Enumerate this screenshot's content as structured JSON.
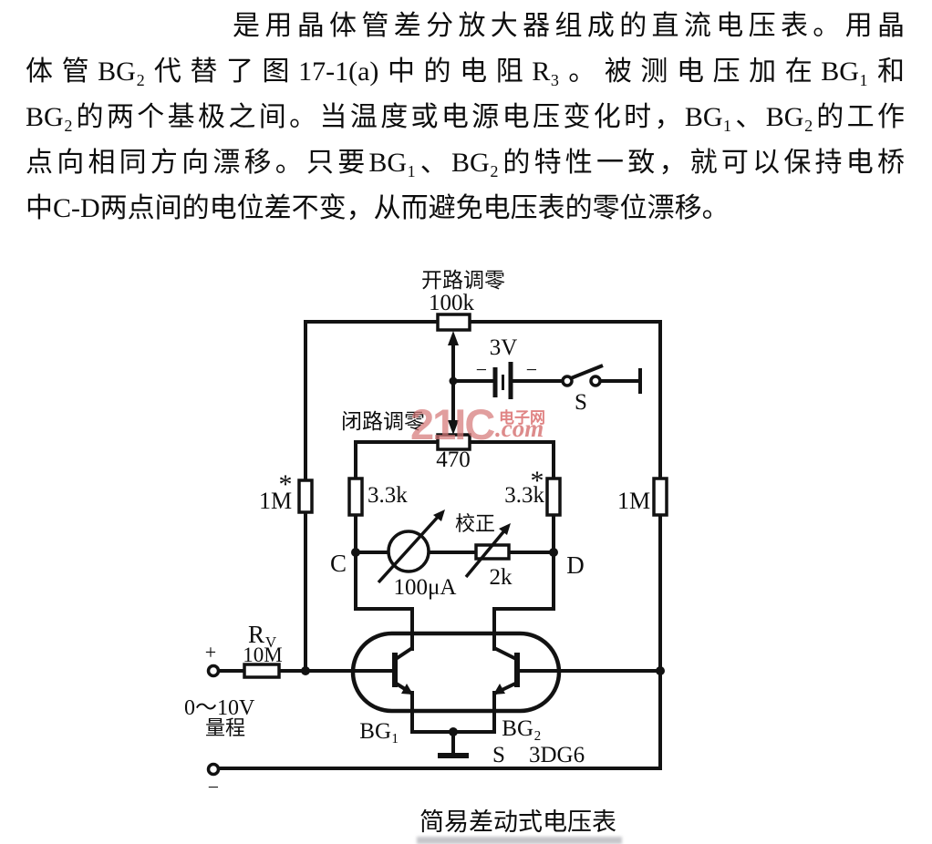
{
  "paragraph": {
    "lines": [
      "是用晶体管差分放大器组成的直流电压表。用晶",
      "体管BG₂代替了图17-1(a)中的电阻R₃。被测电压加在BG₁和",
      "BG₂的两个基极之间。当温度或电源电压变化时，BG₁、BG₂的工作",
      "点向相同方向漂移。只要BG₁、BG₂的特性一致，就可以保持电桥",
      "中C-D两点间的电位差不变，从而避免电压表的零位漂移。"
    ]
  },
  "watermark": {
    "big": "21IC",
    "site": "电子网",
    "dotcom": ".com",
    "color": "#d57878"
  },
  "circuit": {
    "labels": {
      "open_zero": "开路调零",
      "open_zero_value": "100k",
      "battery_voltage": "3V",
      "battery_minus_left": "−",
      "battery_minus_right": "−",
      "switch": "S",
      "closed_zero": "闭路调零",
      "closed_zero_value": "470",
      "r_left_outer": "1M",
      "r_left_outer_mark": "*",
      "r_left_inner": "3.3k",
      "r_right_inner": "3.3k",
      "r_right_inner_mark": "*",
      "r_right_outer": "1M",
      "calibration": "校正",
      "calibration_value": "2k",
      "meter_value": "100μA",
      "node_c": "C",
      "node_d": "D",
      "rv_name": "R",
      "rv_sub": "V",
      "rv_value": "10M",
      "plus_terminal": "+",
      "minus_terminal": "−",
      "range_line1": "0～10V",
      "range_line2": "量程",
      "bg1": "BG₁",
      "bg2": "BG₂",
      "transistor_s": "S",
      "transistor_model": "3DG6"
    },
    "caption": "简易差动式电压表"
  }
}
